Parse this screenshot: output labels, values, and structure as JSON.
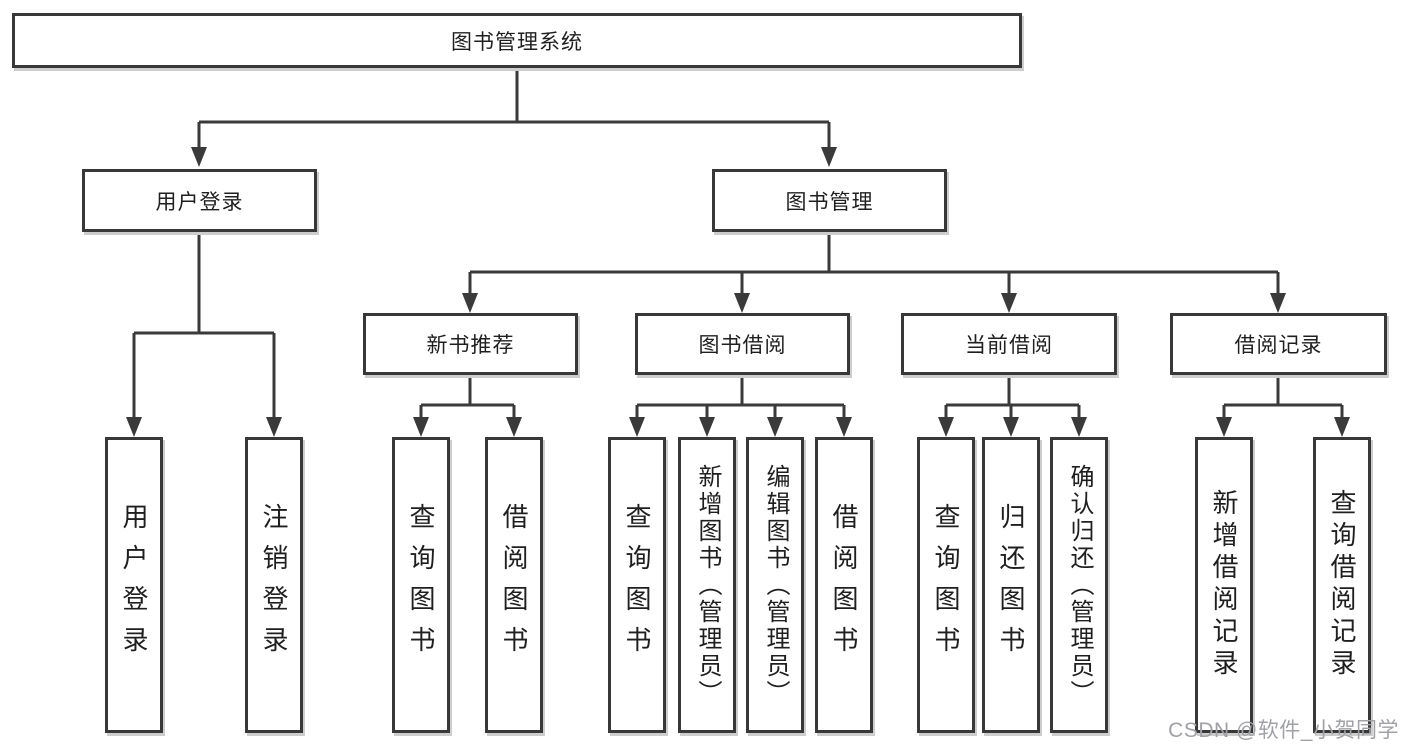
{
  "title": "图书管理系统",
  "tree": {
    "user_login": {
      "label": "用户登录",
      "children": [
        "用户登录",
        "注销登录"
      ]
    },
    "book_mgmt": {
      "label": "图书管理",
      "groups": [
        {
          "label": "新书推荐",
          "children": [
            "查询图书",
            "借阅图书"
          ]
        },
        {
          "label": "图书借阅",
          "children": [
            "查询图书",
            "新增图书（管理员）",
            "编辑图书（管理员）",
            "借阅图书"
          ]
        },
        {
          "label": "当前借阅",
          "children": [
            "查询图书",
            "归还图书",
            "确认归还（管理员）"
          ]
        },
        {
          "label": "借阅记录",
          "children": [
            "新增借阅记录",
            "查询借阅记录"
          ]
        }
      ]
    }
  },
  "watermark": "CSDN @软件_小贺同学",
  "colors": {
    "line": "#3a3a3a",
    "box_border": "#383838",
    "box_fill": "#ffffff",
    "text": "#1f1f1f",
    "watermark": "#a0a2a6"
  }
}
